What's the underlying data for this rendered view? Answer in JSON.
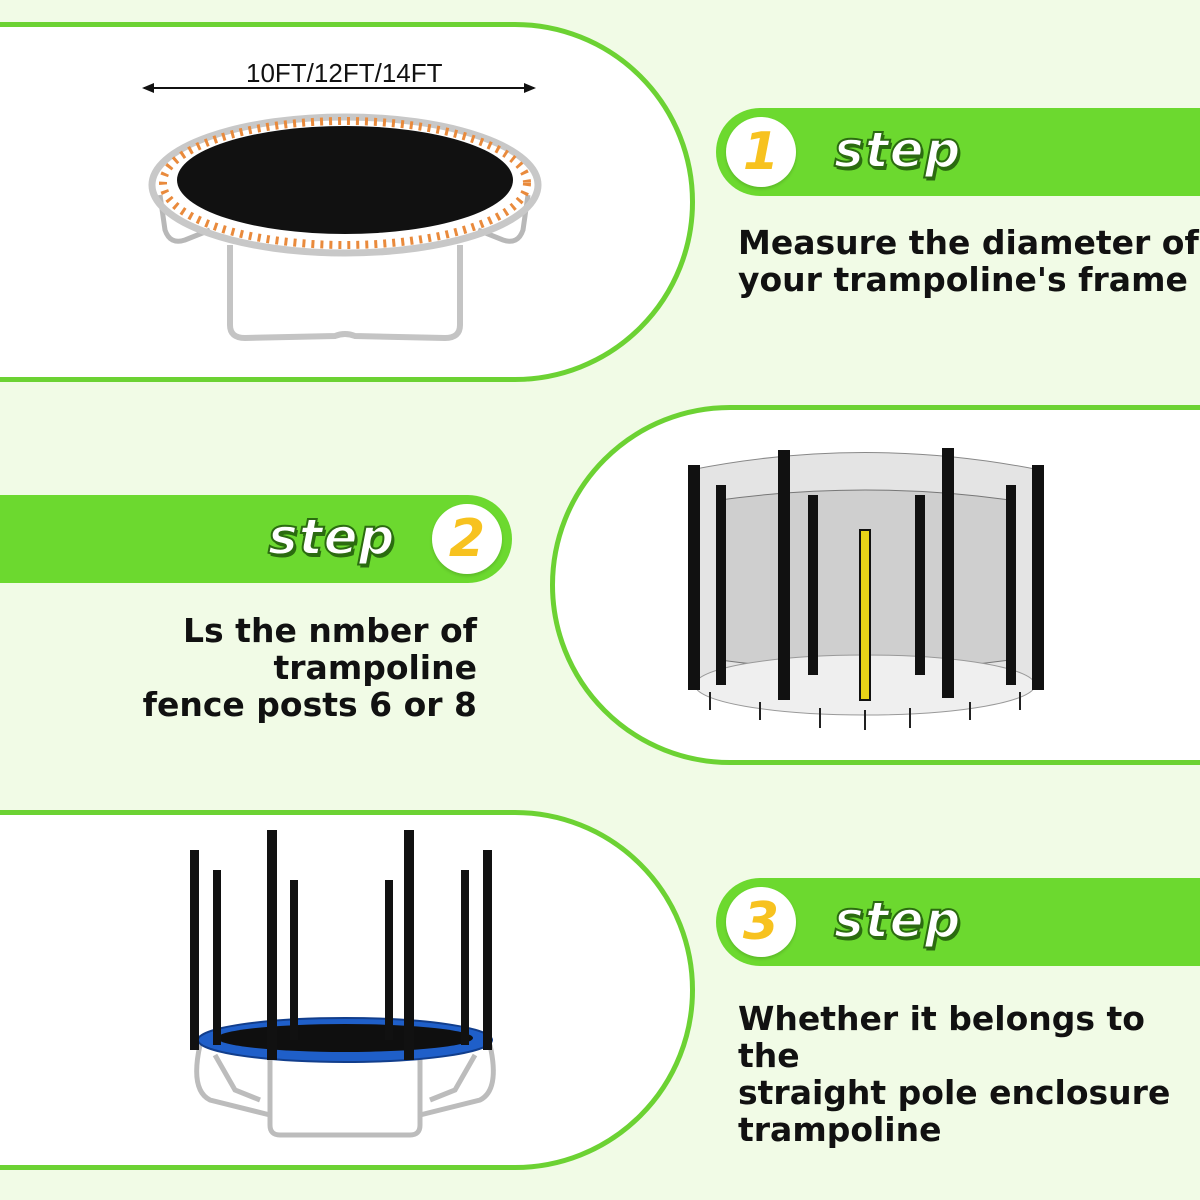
{
  "steps": [
    {
      "number": "1",
      "word": "step",
      "lines": [
        "Measure the diameter of",
        "your trampoline's frame"
      ]
    },
    {
      "number": "2",
      "word": "step",
      "lines": [
        "Ls the nmber of trampoline",
        "fence posts 6 or 8"
      ]
    },
    {
      "number": "3",
      "word": "step",
      "lines": [
        "Whether it belongs to the",
        "straight pole enclosure",
        "trampoline"
      ]
    }
  ],
  "dimension_label": "10FT/12FT/14FT",
  "colors": {
    "accent_green": "#6cd92f",
    "border_green": "#6cd233",
    "badge_number": "#f7c21f",
    "background": "#f1fbe6",
    "pad_blue": "#1f5fc9"
  }
}
